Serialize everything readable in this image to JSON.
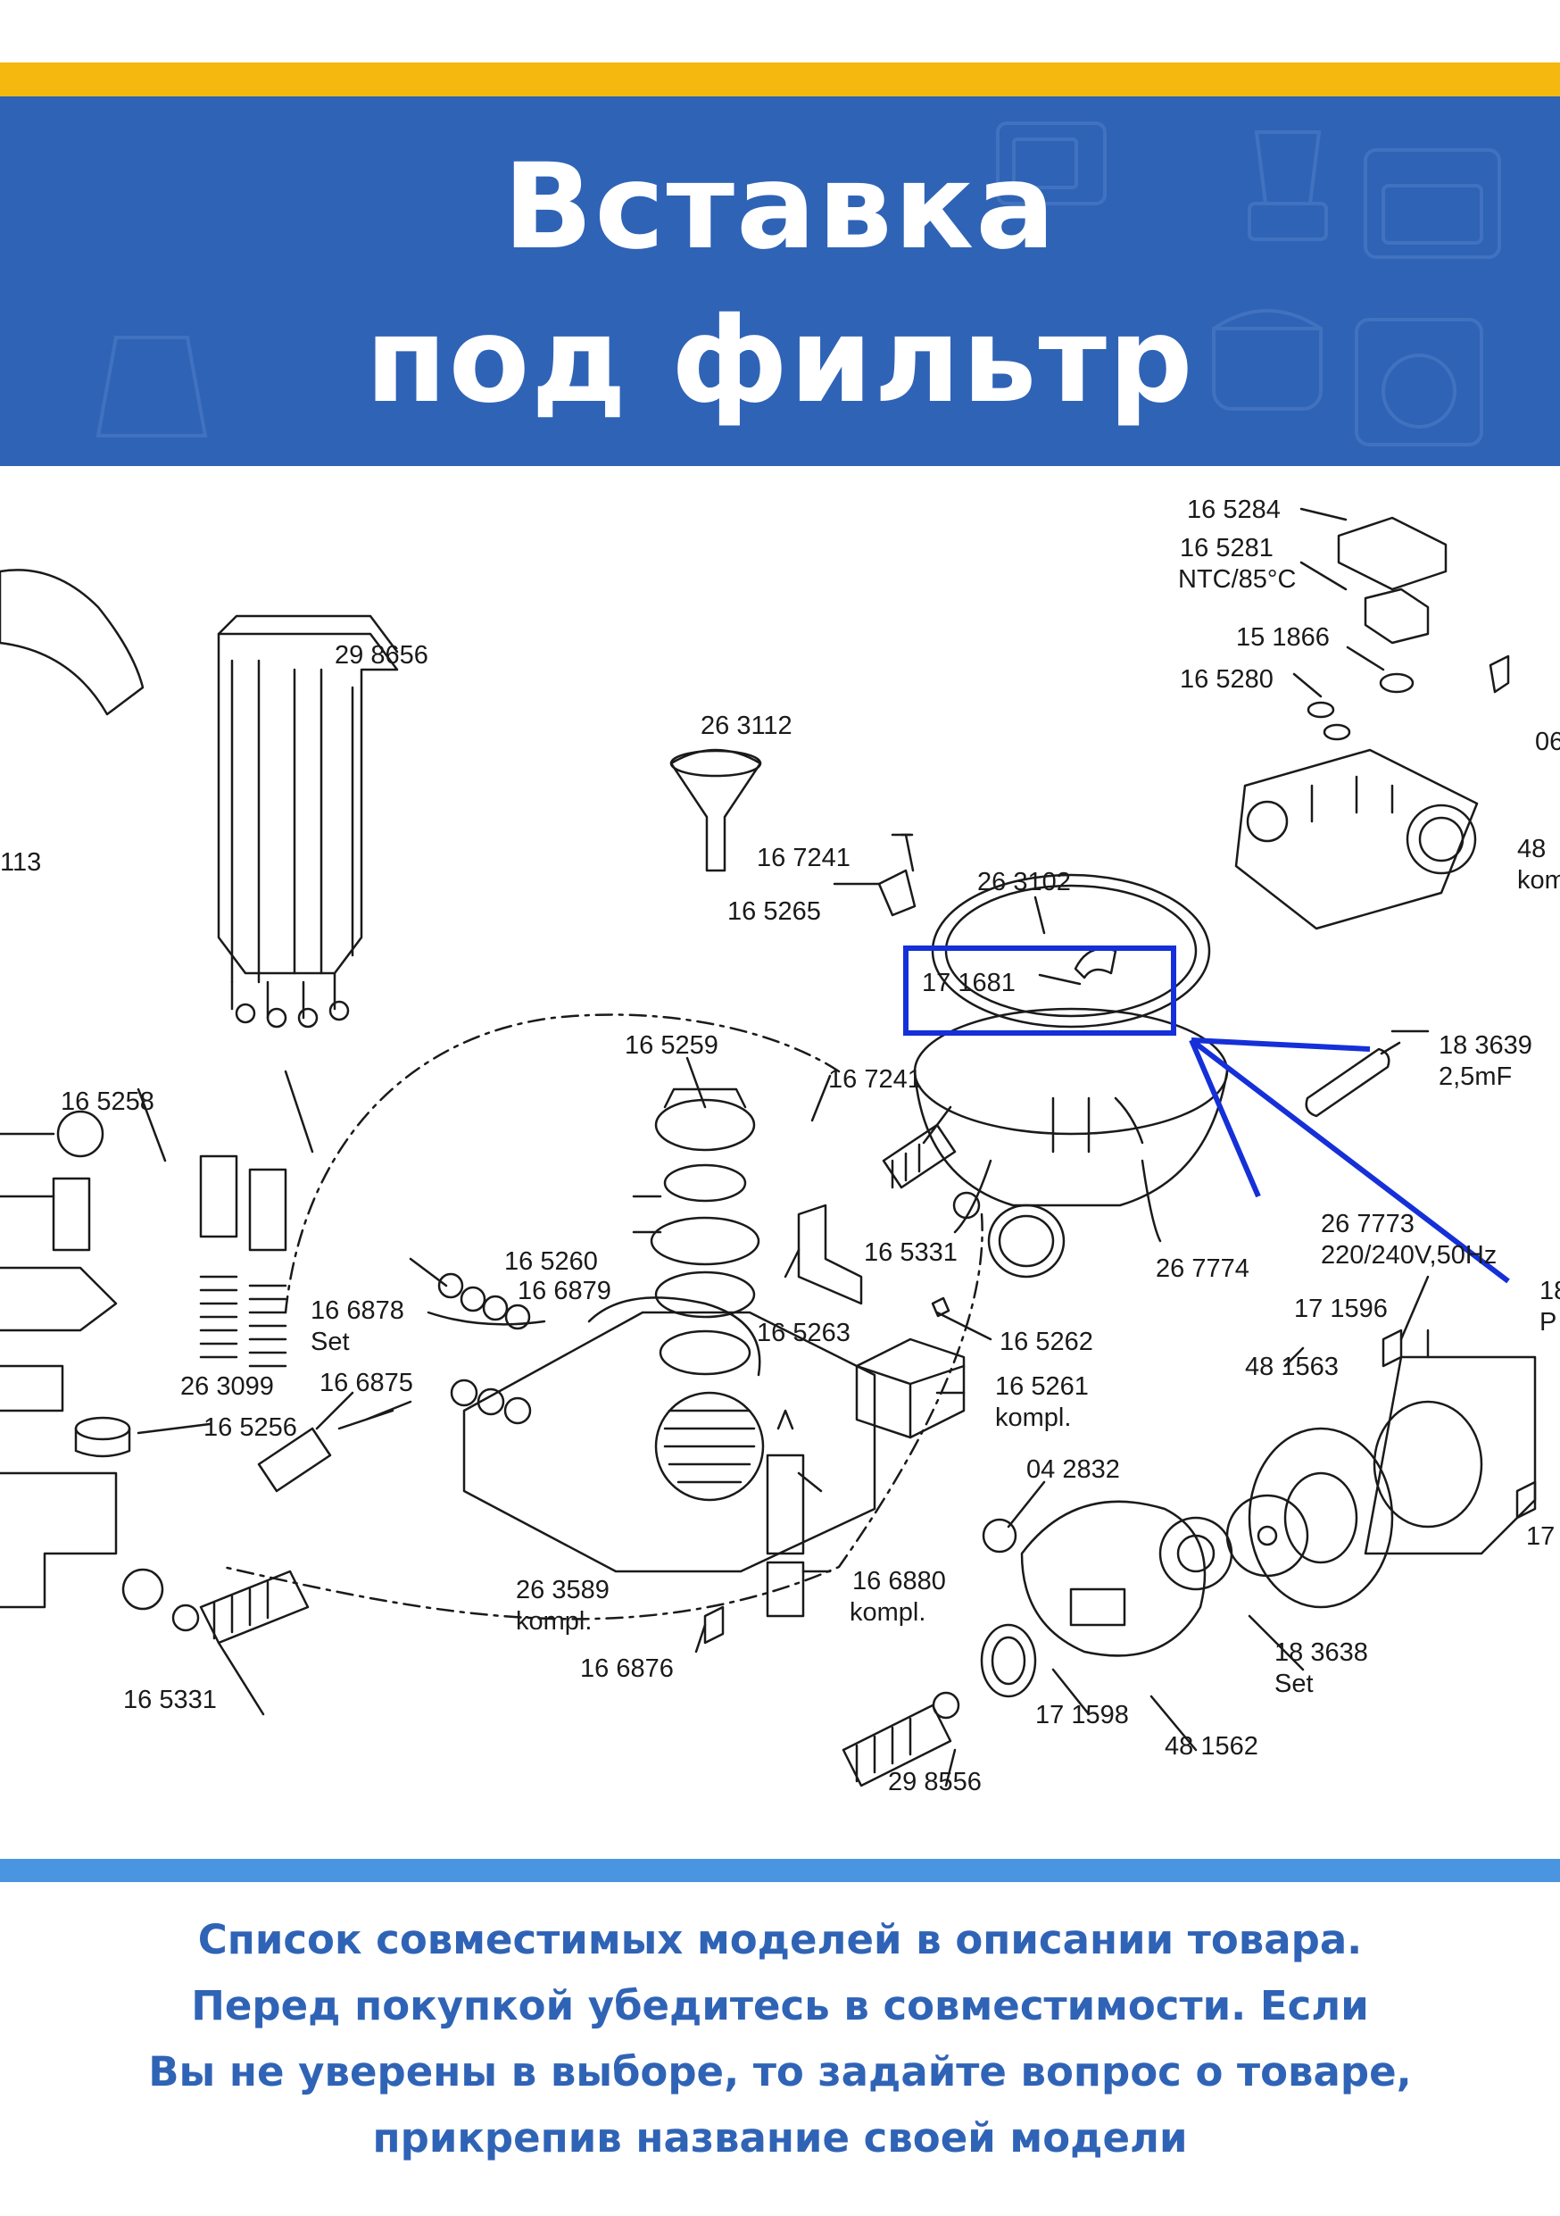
{
  "header": {
    "title_line_1": "Вставка",
    "title_line_2": "под фильтр"
  },
  "labels": {
    "p165284": "16 5284",
    "p165281": "16 5281",
    "ntc": "NTC/85°C",
    "p151866": "15 1866",
    "p165280": "16 5280",
    "p06": "06",
    "p48a": "48",
    "kom": "kom",
    "p298656": "29 8656",
    "p263112": "26 3112",
    "p113": "113",
    "p167241a": "16 7241",
    "p263102": "26 3102",
    "p165265": "16 5265",
    "p171681": "17 1681",
    "p183639": "18 3639",
    "mf": "2,5mF",
    "p165259": "16 5259",
    "p167241b": "16 7241",
    "p165258": "16 5258",
    "p165331a": "16 5331",
    "p267774": "26 7774",
    "p26777x": "26 7773",
    "volt": "220/240V,50Hz",
    "p18": "18",
    "pp": "P",
    "p165260": "16 5260",
    "p166879": "16 6879",
    "p166878": "16 6878",
    "set1": "Set",
    "p165263": "16 5263",
    "p165262": "16 5262",
    "p171596": "17 1596",
    "p481563": "48 1563",
    "p263099": "26 3099",
    "p166875": "16 6875",
    "p165261": "16 5261",
    "kompl1": "kompl.",
    "p165256": "16 5256",
    "p042832": "04 2832",
    "p171": "17 1",
    "p263589": "26 3589",
    "kompl2": "kompl.",
    "p166880": "16 6880",
    "kompl3": "kompl.",
    "p166876": "16 6876",
    "p183638": "18 3638",
    "set2": "Set",
    "p165331b": "16 5331",
    "p171598": "17 1598",
    "p481562": "48 1562",
    "p298556": "29 8556"
  },
  "colors": {
    "brand_blue": "#2f63b6",
    "accent_yellow": "#f4b80e",
    "light_blue": "#4a95e0",
    "highlight": "#1530d8"
  },
  "footer": {
    "line_1": "Список совместимых моделей в описании товара.",
    "line_2": "Перед покупкой убедитесь в совместимости. Если",
    "line_3": "Вы не уверены в выборе, то задайте вопрос о товаре,",
    "line_4": "прикрепив название своей модели"
  }
}
